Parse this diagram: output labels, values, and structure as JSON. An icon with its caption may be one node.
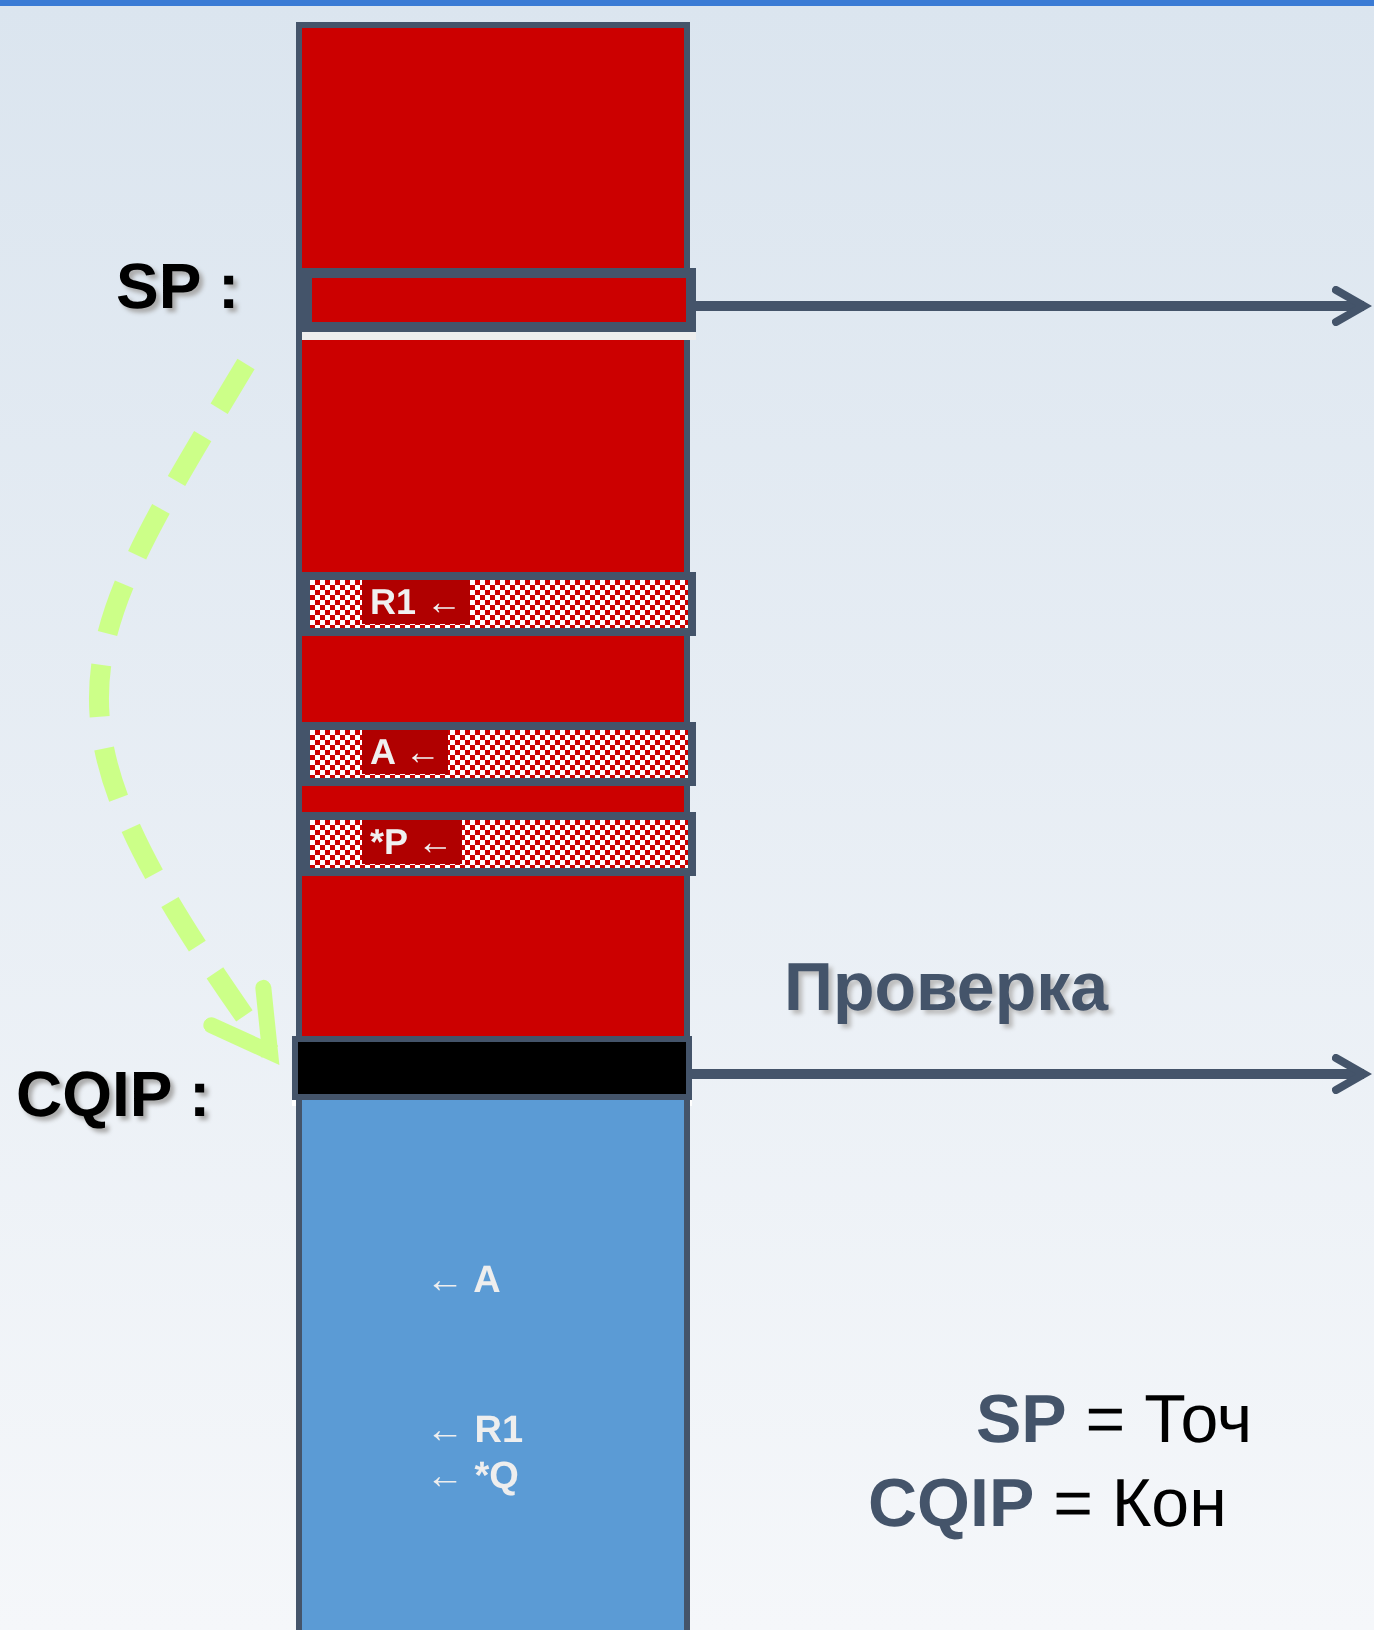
{
  "diagram": {
    "nodes": [
      {
        "text": [],
        "shape": "bar"
      },
      {
        "text": [
          "SP :"
        ]
      },
      {
        "text": [],
        "shape": "box",
        "in": 0
      },
      {
        "text": [
          "R1 ←"
        ],
        "in": 0
      },
      {
        "text": [
          "A ←"
        ],
        "in": 0
      },
      {
        "text": [
          "*P ←"
        ],
        "in": 0
      },
      {
        "text": [
          "CQIP :"
        ]
      },
      {
        "text": [],
        "shape": "bar"
      },
      {
        "text": [
          "← A",
          "← R1",
          "← *Q"
        ]
      }
    ],
    "edges": [
      {
        "from": 2,
        "to": null,
        "arrow": "to"
      },
      {
        "from": 1,
        "to": 6,
        "arrow": "to",
        "style": "dashed",
        "color": "#ccff88"
      },
      {
        "from": 7,
        "to": null,
        "arrow": "to",
        "label": "Проверка"
      }
    ],
    "labels": [
      "**SP** = Точ",
      "**CQIP** = Кон"
    ]
  }
}
